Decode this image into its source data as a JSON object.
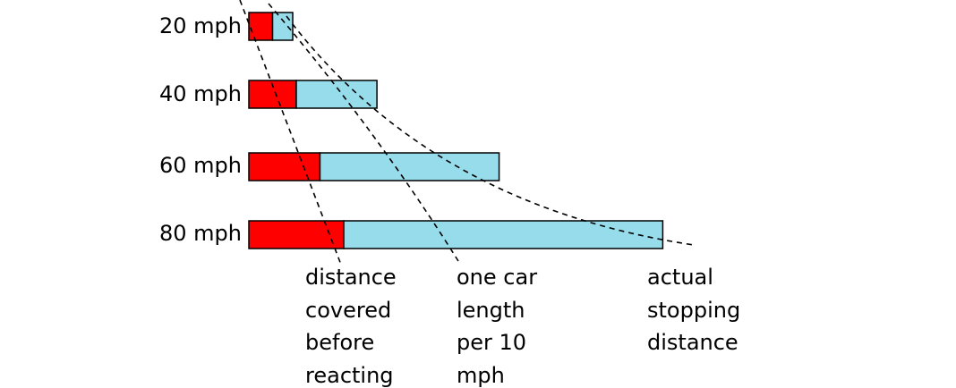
{
  "colors": {
    "reaction": "#ff0000",
    "braking": "#96dceb",
    "outline": "#000000"
  },
  "rows": [
    {
      "speed_label": "20 mph",
      "reaction_value": 1,
      "total_value": 1.85
    },
    {
      "speed_label": "40 mph",
      "reaction_value": 2,
      "total_value": 5.4
    },
    {
      "speed_label": "60 mph",
      "reaction_value": 3,
      "total_value": 10.55
    },
    {
      "speed_label": "80 mph",
      "reaction_value": 4,
      "total_value": 17.45
    }
  ],
  "captions": {
    "reaction": [
      "distance",
      "covered",
      "before",
      "reacting"
    ],
    "car_length": [
      "one car",
      "length",
      "per 10",
      "mph"
    ],
    "stopping": [
      "actual",
      "stopping",
      "distance"
    ]
  }
}
